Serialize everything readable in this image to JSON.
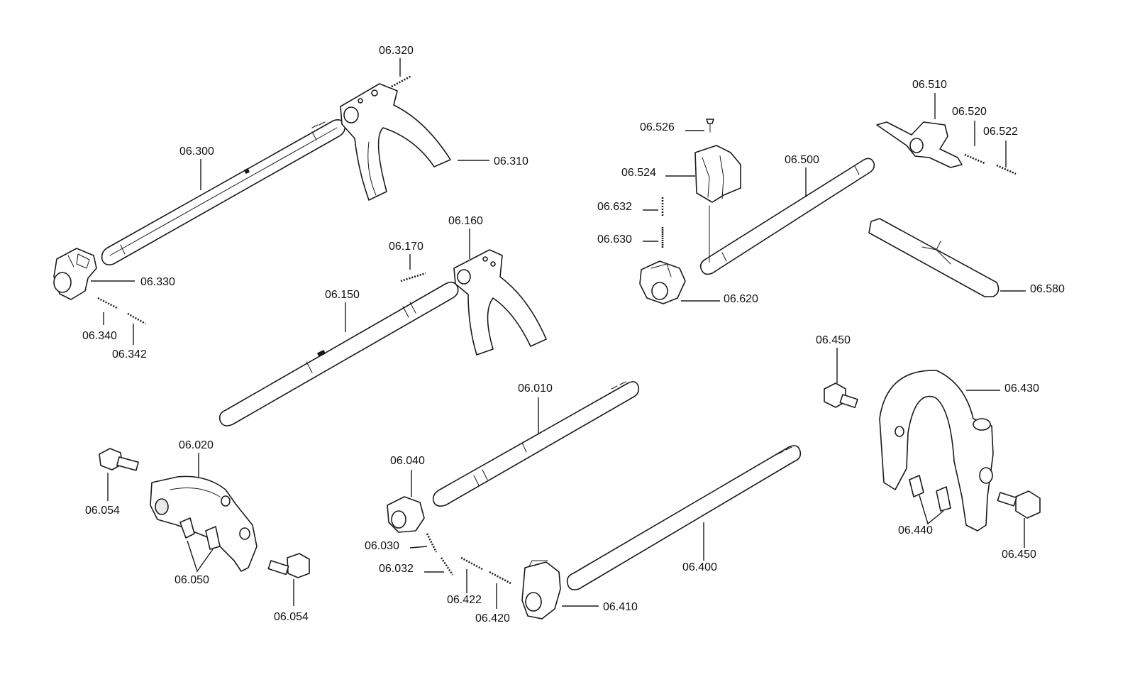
{
  "callouts": {
    "c06_320": "06.320",
    "c06_310": "06.310",
    "c06_300": "06.300",
    "c06_330": "06.330",
    "c06_340": "06.340",
    "c06_342": "06.342",
    "c06_160": "06.160",
    "c06_170": "06.170",
    "c06_150": "06.150",
    "c06_526": "06.526",
    "c06_524": "06.524",
    "c06_632": "06.632",
    "c06_630": "06.630",
    "c06_620": "06.620",
    "c06_500": "06.500",
    "c06_510": "06.510",
    "c06_520": "06.520",
    "c06_522": "06.522",
    "c06_580": "06.580",
    "c06_450_top": "06.450",
    "c06_430": "06.430",
    "c06_440": "06.440",
    "c06_450_bottom": "06.450",
    "c06_010": "06.010",
    "c06_040": "06.040",
    "c06_030": "06.030",
    "c06_032": "06.032",
    "c06_422": "06.422",
    "c06_420": "06.420",
    "c06_410": "06.410",
    "c06_400": "06.400",
    "c06_020": "06.020",
    "c06_054_left": "06.054",
    "c06_050": "06.050",
    "c06_054_right": "06.054"
  },
  "colors": {
    "line": "#1a1a1a",
    "background": "#ffffff"
  }
}
